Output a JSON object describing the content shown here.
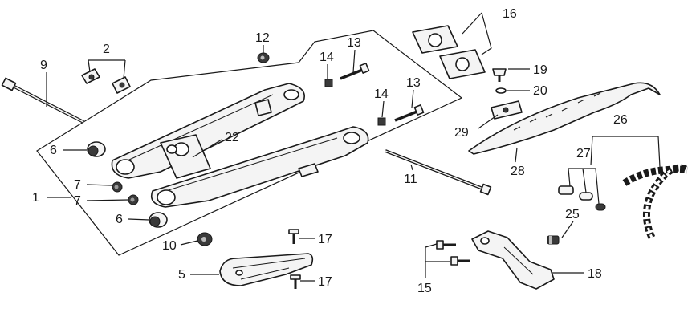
{
  "callouts": [
    {
      "id": "c1",
      "label": "1"
    },
    {
      "id": "c2",
      "label": "2"
    },
    {
      "id": "c5",
      "label": "5"
    },
    {
      "id": "c6a",
      "label": "6"
    },
    {
      "id": "c6b",
      "label": "6"
    },
    {
      "id": "c7a",
      "label": "7"
    },
    {
      "id": "c7b",
      "label": "7"
    },
    {
      "id": "c9",
      "label": "9"
    },
    {
      "id": "c10",
      "label": "10"
    },
    {
      "id": "c11",
      "label": "11"
    },
    {
      "id": "c12",
      "label": "12"
    },
    {
      "id": "c13a",
      "label": "13"
    },
    {
      "id": "c13b",
      "label": "13"
    },
    {
      "id": "c14a",
      "label": "14"
    },
    {
      "id": "c14b",
      "label": "14"
    },
    {
      "id": "c15",
      "label": "15"
    },
    {
      "id": "c16",
      "label": "16"
    },
    {
      "id": "c17a",
      "label": "17"
    },
    {
      "id": "c17b",
      "label": "17"
    },
    {
      "id": "c18",
      "label": "18"
    },
    {
      "id": "c19",
      "label": "19"
    },
    {
      "id": "c20",
      "label": "20"
    },
    {
      "id": "c22",
      "label": "22"
    },
    {
      "id": "c25",
      "label": "25"
    },
    {
      "id": "c26",
      "label": "26"
    },
    {
      "id": "c27",
      "label": "27"
    },
    {
      "id": "c28",
      "label": "28"
    },
    {
      "id": "c29",
      "label": "29"
    }
  ]
}
